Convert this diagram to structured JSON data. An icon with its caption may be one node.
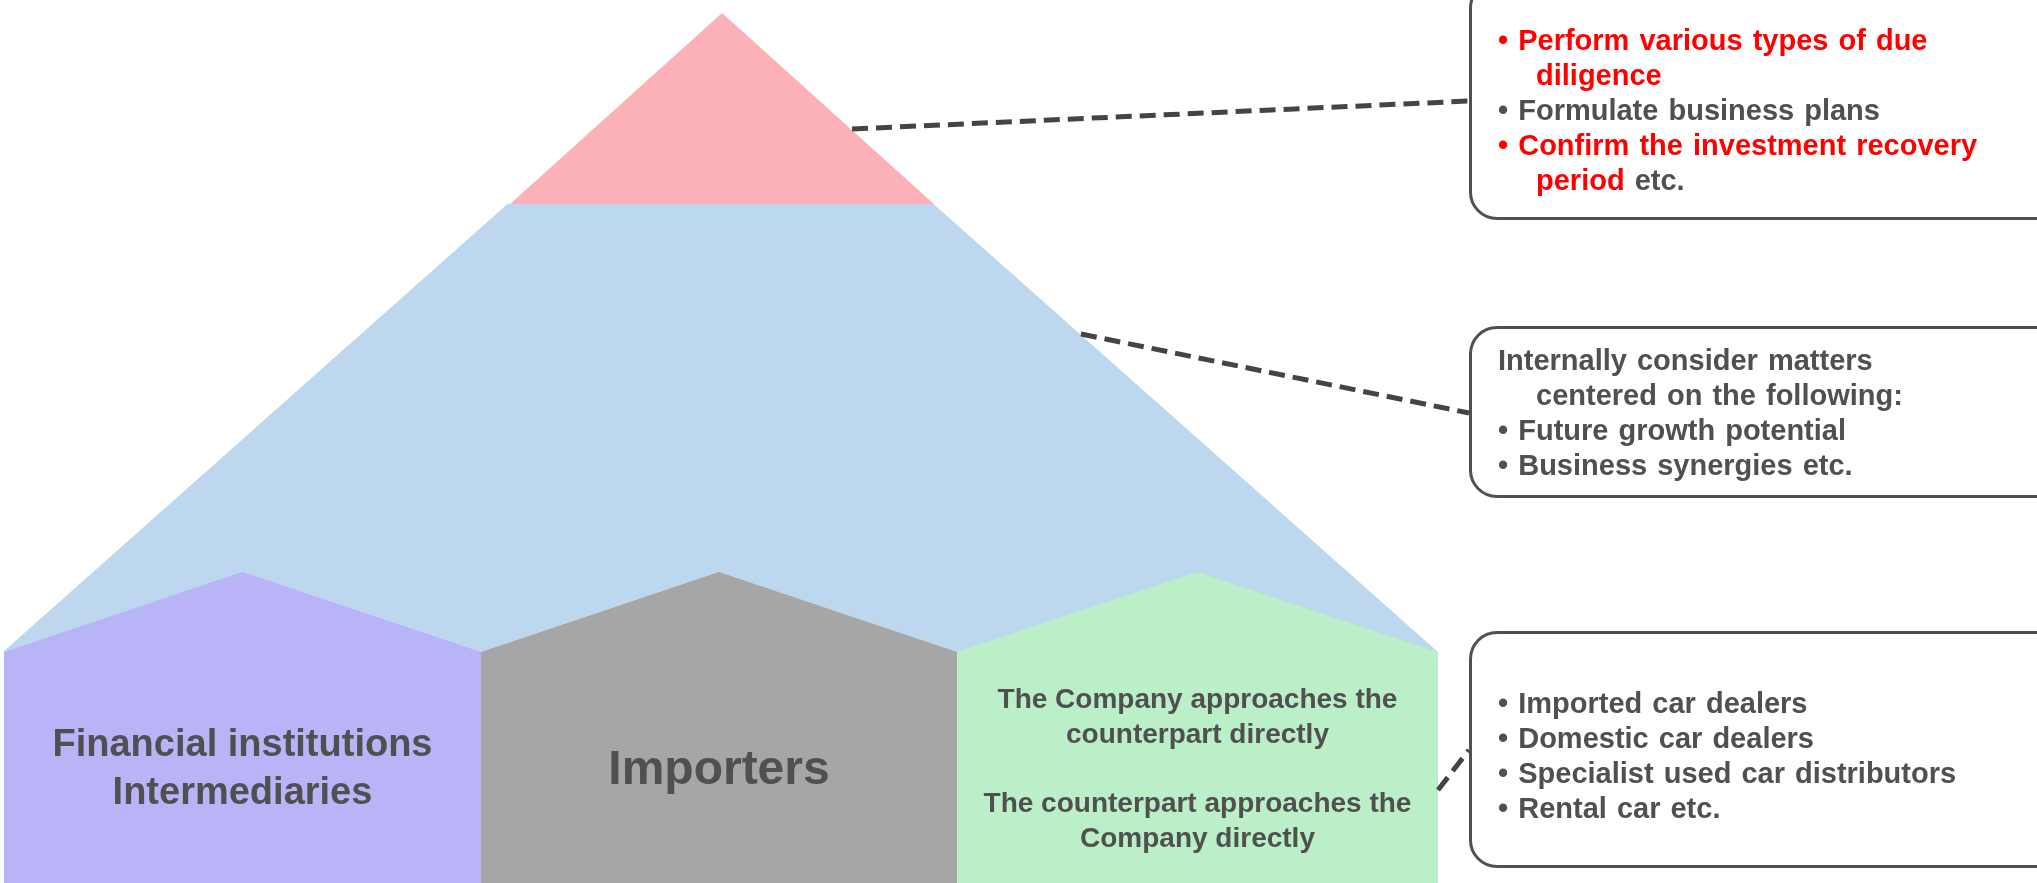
{
  "diagram": {
    "nodes": [
      {
        "text": [],
        "shape": "triangle"
      },
      {
        "text": [],
        "shape": "trapezoid"
      },
      {
        "text": [
          "Financial institutions",
          "Intermediaries"
        ]
      },
      {
        "text": [
          "Importers"
        ]
      },
      {
        "text": [
          "The Company approaches the counterpart directly",
          "The counterpart approaches the Company directly"
        ]
      },
      {
        "text": [
          "**• Perform various types of due diligence**",
          "• Formulate business plans",
          "**• Confirm the investment recovery period** etc."
        ]
      },
      {
        "text": [
          "Internally consider matters centered on the following:",
          "• Future growth potential",
          "• Business synergies etc."
        ]
      },
      {
        "text": [
          "• Imported car dealers",
          "• Domestic car dealers",
          "• Specialist used car distributors",
          "• Rental car etc."
        ]
      }
    ],
    "edges": [
      {
        "from": 0,
        "to": 5,
        "arrow": "none",
        "style": "dashed"
      },
      {
        "from": 1,
        "to": 6,
        "arrow": "none",
        "style": "dashed"
      },
      {
        "from": 4,
        "to": 7,
        "arrow": "none",
        "style": "dashed"
      }
    ]
  }
}
